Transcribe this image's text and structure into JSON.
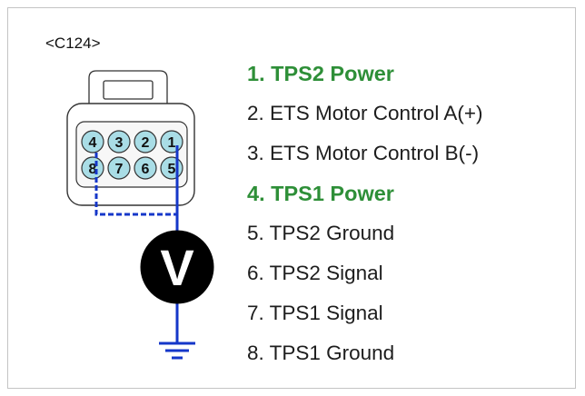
{
  "connector": {
    "id_label": "<C124>",
    "top_row_pins": [
      "4",
      "3",
      "2",
      "1"
    ],
    "bottom_row_pins": [
      "8",
      "7",
      "6",
      "5"
    ]
  },
  "meter": {
    "symbol": "V"
  },
  "pins": [
    {
      "label": "1. TPS2 Power",
      "highlight": true
    },
    {
      "label": "2. ETS Motor Control A(+)",
      "highlight": false
    },
    {
      "label": "3. ETS Motor Control B(-)",
      "highlight": false
    },
    {
      "label": "4. TPS1 Power",
      "highlight": true
    },
    {
      "label": "5. TPS2 Ground",
      "highlight": false
    },
    {
      "label": "6. TPS2 Signal",
      "highlight": false
    },
    {
      "label": "7. TPS1 Signal",
      "highlight": false
    },
    {
      "label": "8. TPS1 Ground",
      "highlight": false
    }
  ],
  "colors": {
    "highlight_text": "#2e8f38",
    "probe_wire": "#1537c9",
    "pin_fill": "#a9dde6",
    "meter_fill": "#000000"
  }
}
